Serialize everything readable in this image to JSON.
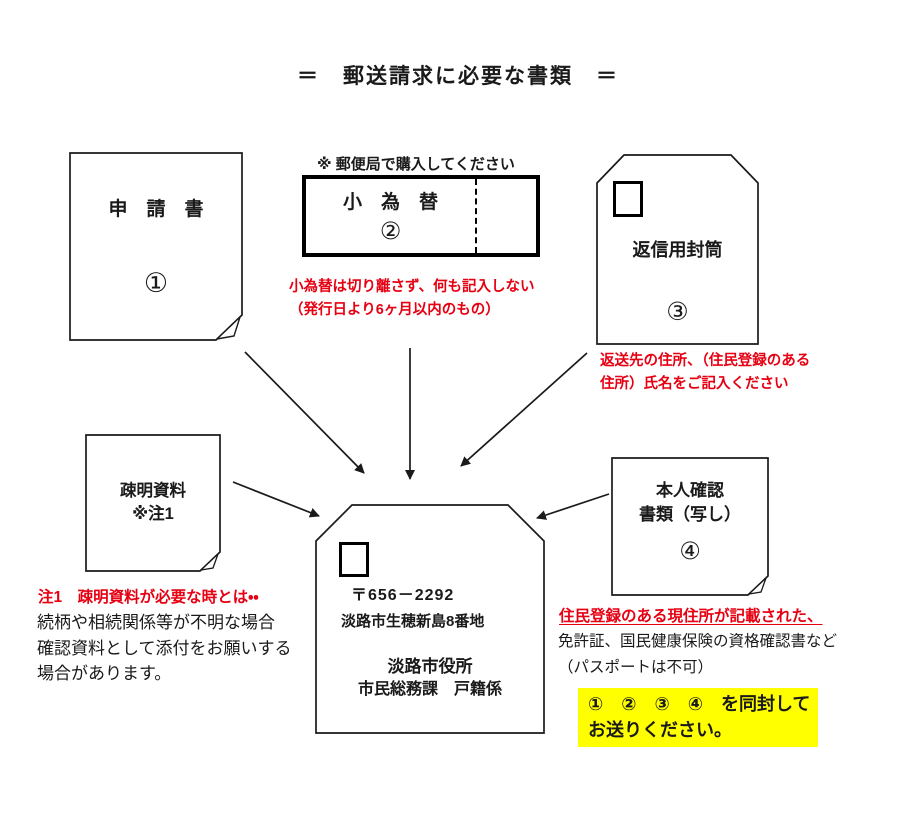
{
  "title": "＝　郵送請求に必要な書類　＝",
  "application": {
    "label": "申　請　書",
    "number": "①"
  },
  "money_order": {
    "purchase_note": "※ 郵便局で購入してください",
    "label": "小　為　替",
    "number": "②",
    "caption": [
      "小為替は切り離さず、何も記入しない",
      "（発行日より6ヶ月以内のもの）"
    ]
  },
  "return_envelope": {
    "label": "返信用封筒",
    "number": "③",
    "caption": [
      "返送先の住所、（住民登録のある",
      "住所）氏名をご記入ください"
    ]
  },
  "evidence": {
    "label": [
      "疎明資料",
      "※注1"
    ],
    "note_heading": "注1　疎明資料が必要な時とは・・",
    "note_body": [
      "続柄や相続関係等が不明な場合",
      "確認資料として添付をお願いする",
      "場合があります。"
    ]
  },
  "identity": {
    "label": [
      "本人確認",
      "書類（写し）"
    ],
    "number": "④",
    "caption_red": "住民登録のある現住所が記載された、",
    "caption_body": [
      "免許証、国民健康保険の資格確認書など",
      "（パスポートは不可）"
    ]
  },
  "destination": {
    "postal_code": "〒656－2292",
    "address": "淡路市生穂新島8番地",
    "office": "淡路市役所",
    "section": "市民総務課　戸籍係"
  },
  "enclosure_note": {
    "line1": "①　②　③　④　を同封して",
    "line2": "お送りください。"
  },
  "colors": {
    "red": "#e60012",
    "highlight_yellow": "#ffff00",
    "ink": "#1a1a1a"
  }
}
